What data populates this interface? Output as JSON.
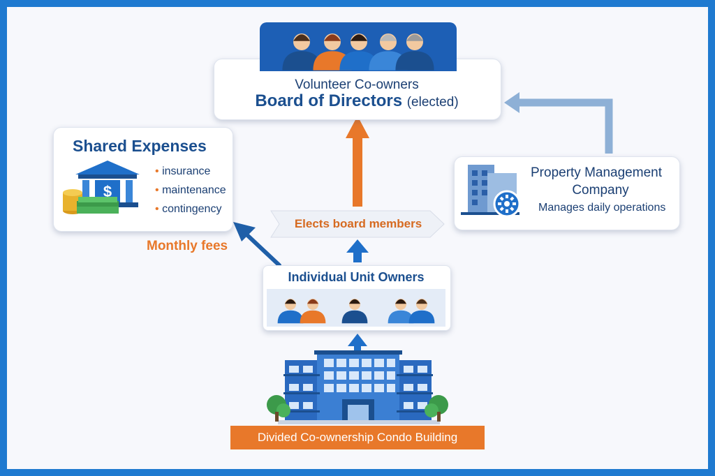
{
  "board": {
    "line1": "Volunteer Co-owners",
    "line2": "Board of Directors",
    "line2_suffix": "(elected)"
  },
  "expenses": {
    "title": "Shared Expenses",
    "items": [
      "insurance",
      "maintenance",
      "contingency"
    ]
  },
  "management": {
    "title_line1": "Property Management",
    "title_line2": "Company",
    "subtitle": "Manages daily operations"
  },
  "elects_label": "Elects board members",
  "fees_label": "Monthly fees",
  "owners": {
    "title": "Individual Unit Owners"
  },
  "building": {
    "label": "Divided Co-ownership Condo Building"
  },
  "colors": {
    "frame": "#1f7ad0",
    "navy": "#1b4f8f",
    "orange": "#e8782a",
    "blue": "#1f6fc9",
    "light_blue_arrow": "#8eb0d6"
  },
  "icons": [
    "people-group-icon",
    "bank-icon",
    "money-stack-icon",
    "office-building-icon",
    "gear-icon",
    "condo-building-icon",
    "tree-icon"
  ]
}
